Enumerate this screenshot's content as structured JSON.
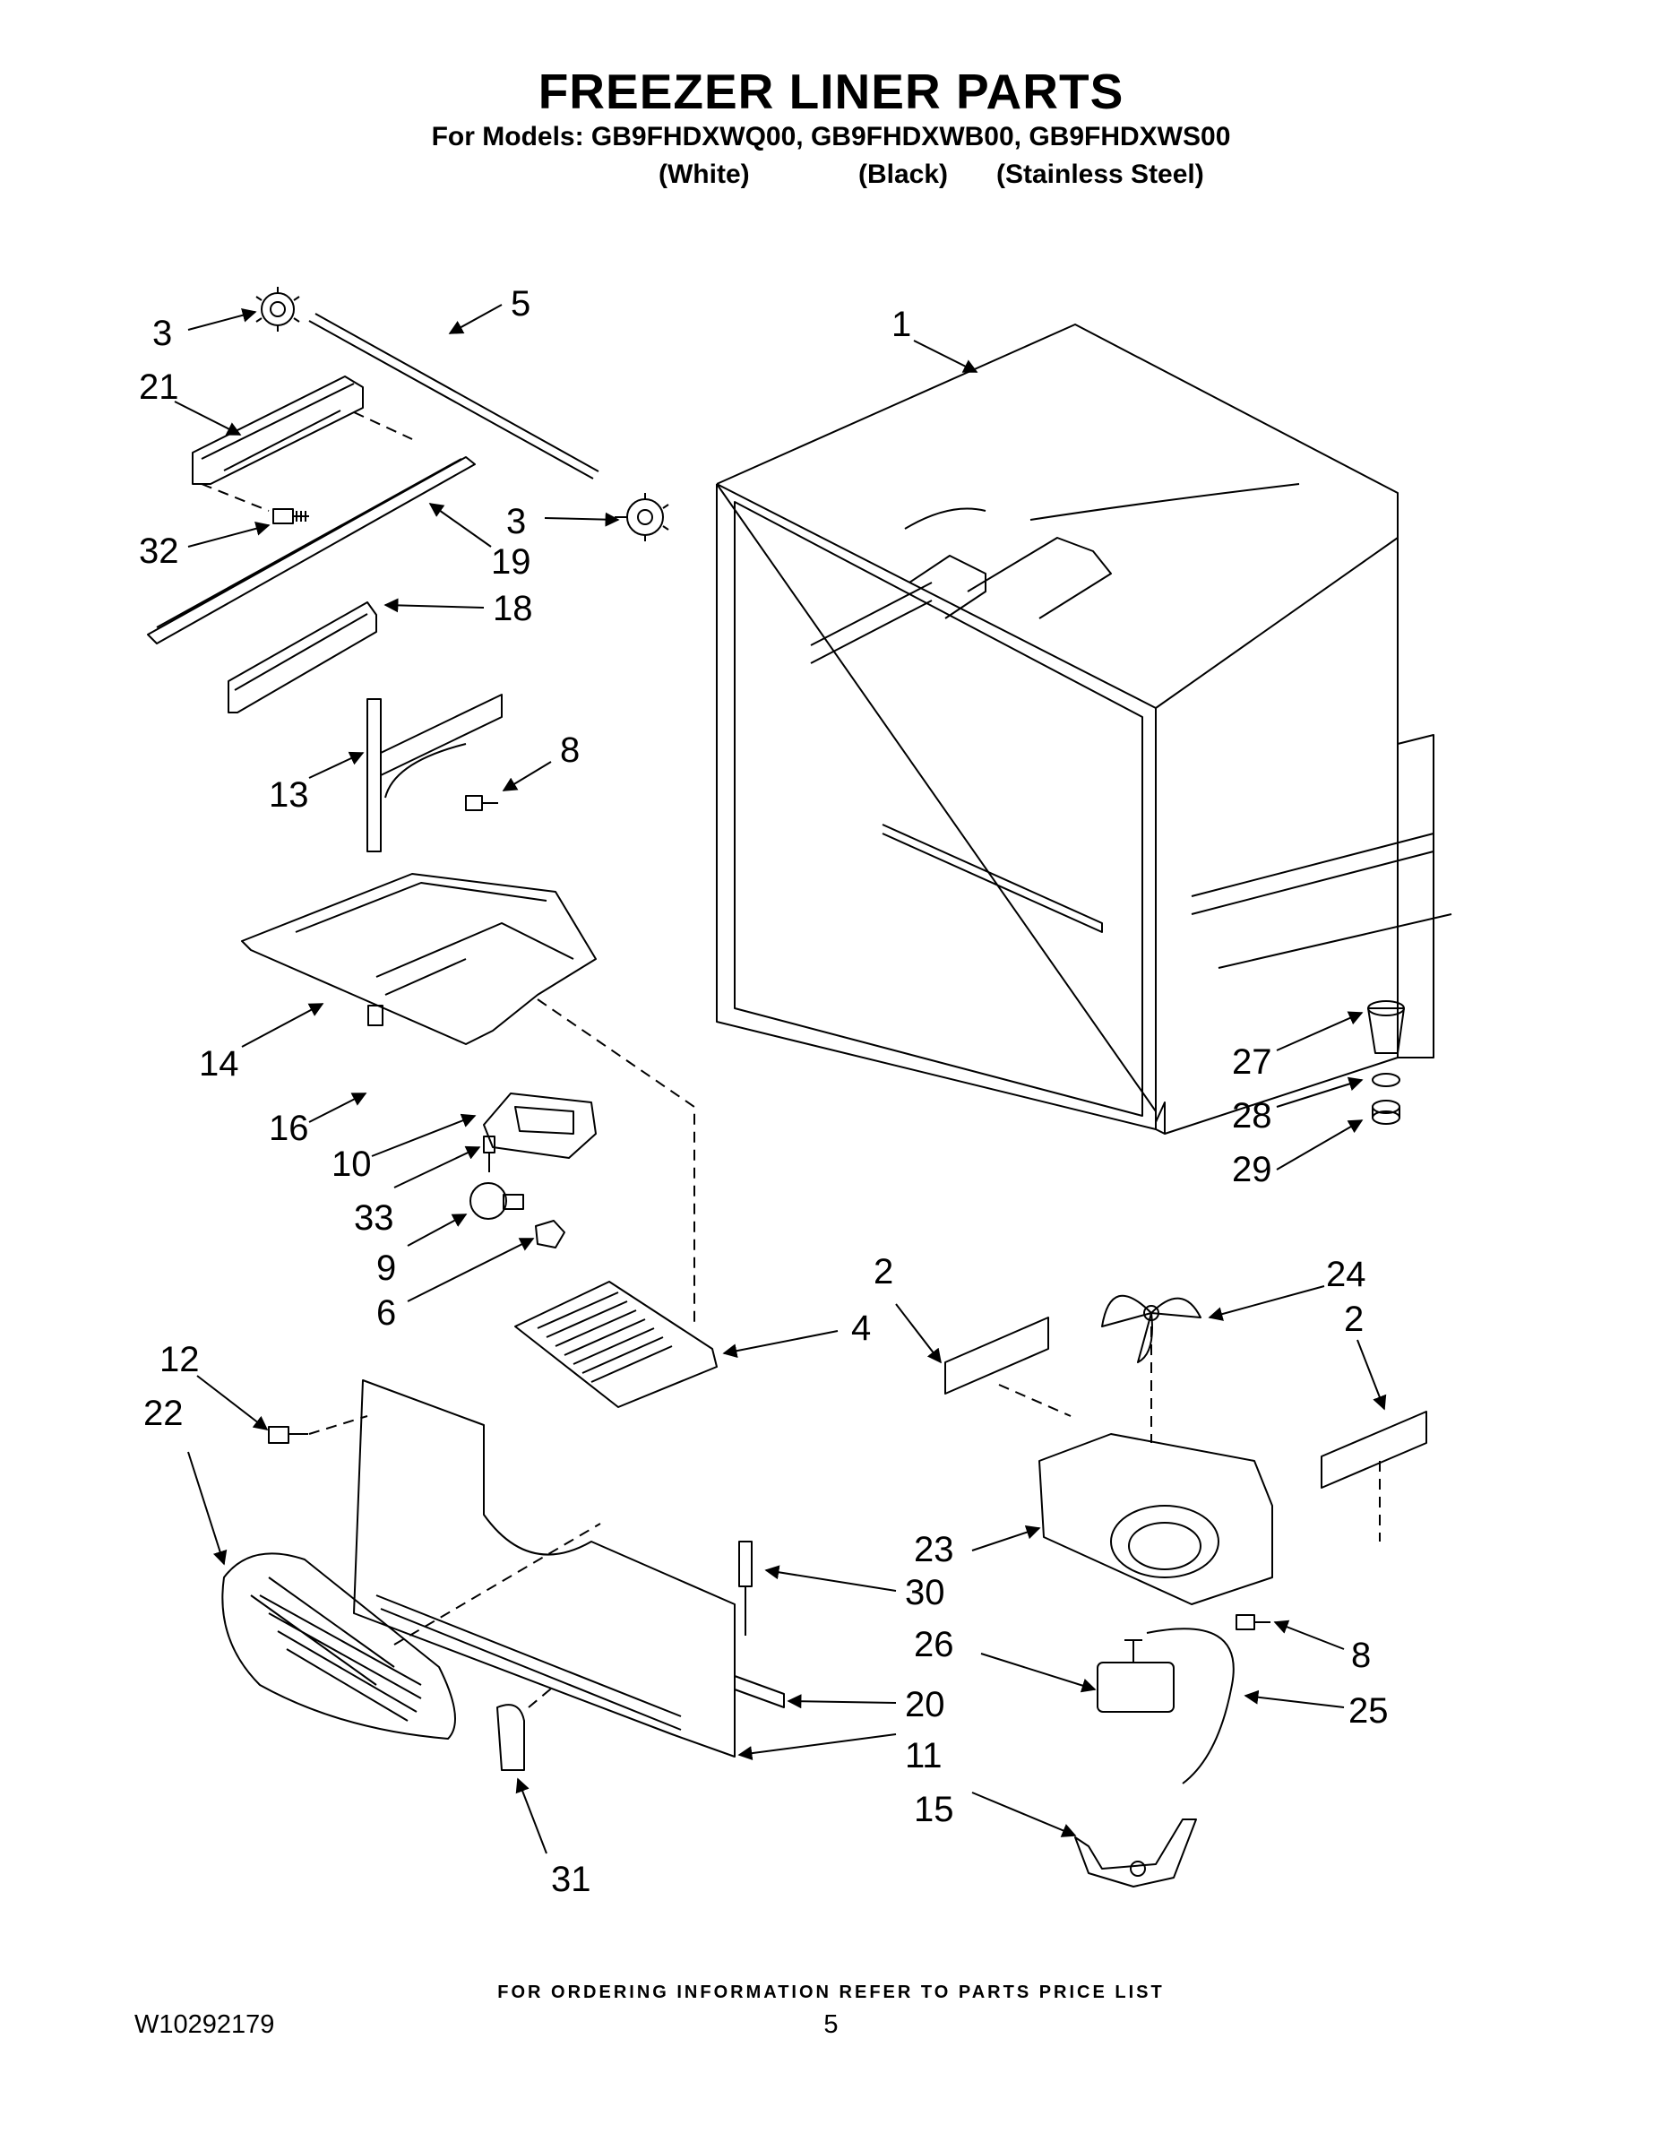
{
  "header": {
    "title": "FREEZER LINER PARTS",
    "models_line": "For Models: GB9FHDXWQ00, GB9FHDXWB00, GB9FHDXWS00",
    "colors": [
      "(White)",
      "(Black)",
      "(Stainless Steel)"
    ]
  },
  "callouts": [
    "3",
    "5",
    "21",
    "3",
    "32",
    "19",
    "18",
    "8",
    "13",
    "14",
    "16",
    "10",
    "33",
    "9",
    "6",
    "1",
    "27",
    "28",
    "29",
    "2",
    "24",
    "2",
    "4",
    "12",
    "22",
    "23",
    "30",
    "8",
    "26",
    "20",
    "25",
    "11",
    "15",
    "31"
  ],
  "footer": {
    "note": "FOR ORDERING INFORMATION REFER TO PARTS PRICE LIST",
    "doc_number": "W10292179",
    "page_number": "5"
  },
  "colors": {
    "line": "#000000",
    "background": "#ffffff"
  }
}
